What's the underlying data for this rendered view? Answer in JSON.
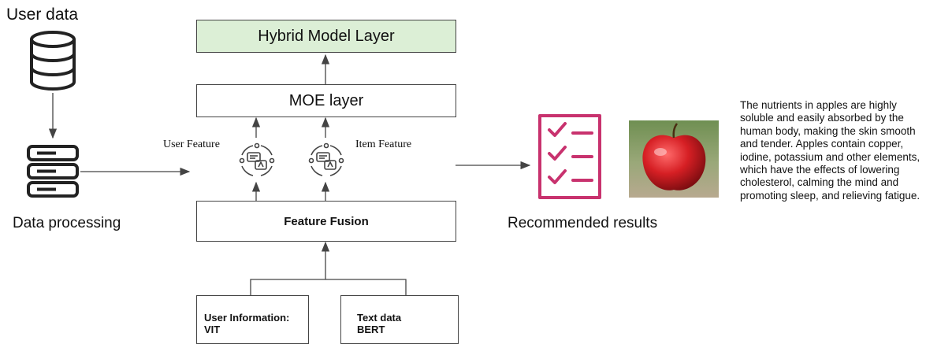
{
  "user_data": {
    "label": "User data"
  },
  "data_processing": {
    "label": "Data processing"
  },
  "hybrid_layer": {
    "label": "Hybrid Model Layer"
  },
  "moe_layer": {
    "label": "MOE layer"
  },
  "user_feature": {
    "label": "User Feature"
  },
  "item_feature": {
    "label": "Item Feature"
  },
  "feature_fusion": {
    "label": "Feature Fusion"
  },
  "user_info": {
    "line1": "User Information:",
    "line2": "VIT"
  },
  "text_data": {
    "line1": "Text data",
    "line2": "BERT"
  },
  "recommended": {
    "label": "Recommended results"
  },
  "description": {
    "text": "The nutrients in apples are highly soluble and easily absorbed by the human body, making the skin smooth and tender. Apples contain copper, iodine,  potassium and other elements, which have the effects of lowering cholesterol, calming the mind and promoting sleep, and relieving fatigue."
  },
  "colors": {
    "hybrid_fill": "#dcefd6",
    "checklist": "#c8326e",
    "stroke": "#444444"
  }
}
